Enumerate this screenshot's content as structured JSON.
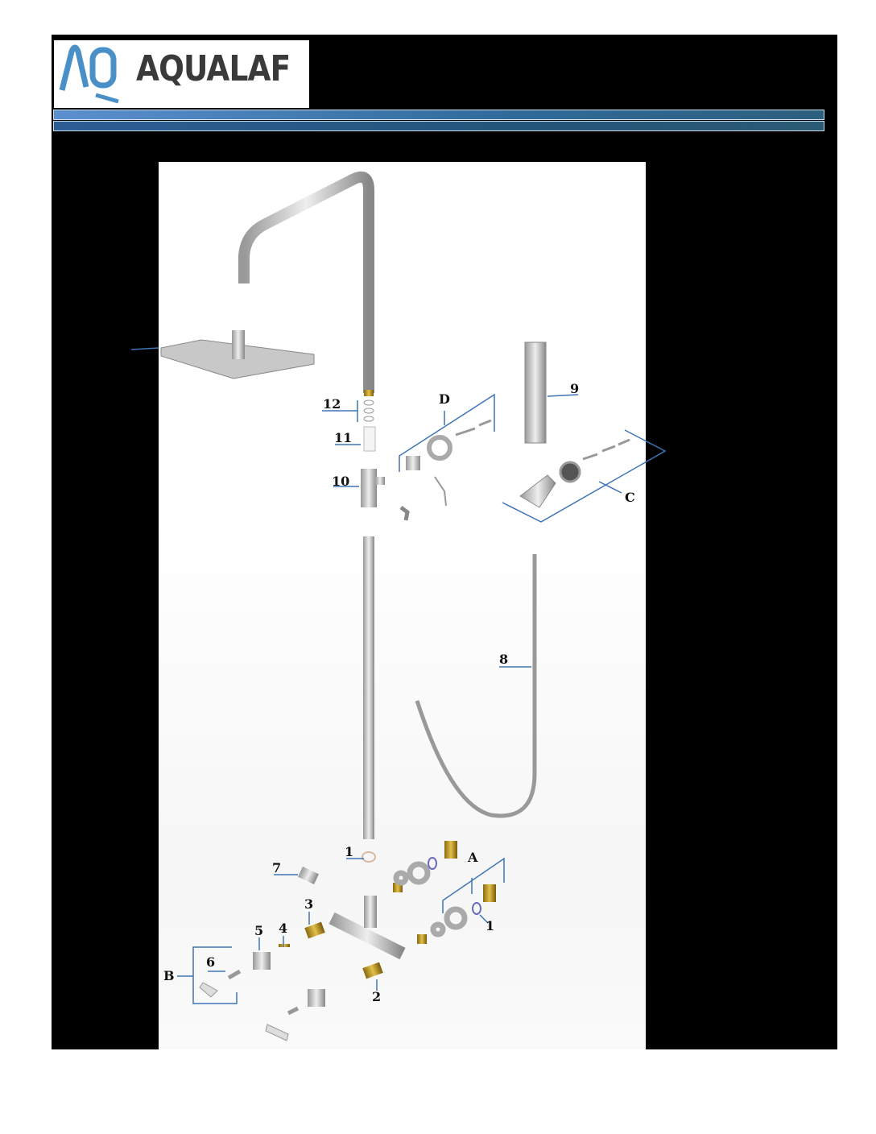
{
  "brand": {
    "name": "AQUALAF",
    "mark": "AQ"
  },
  "callouts": {
    "l12": "12",
    "l11": "11",
    "l10": "10",
    "lD": "D",
    "l9": "9",
    "lC": "C",
    "l8": "8",
    "l1a": "1",
    "l7": "7",
    "lA": "A",
    "l3": "3",
    "l4": "4",
    "l5": "5",
    "l6": "6",
    "lB": "B",
    "l2": "2",
    "l1b": "1"
  },
  "colors": {
    "band_light": "#5b8fcf",
    "band_dark": "#24557a",
    "leader": "#3f74b5",
    "logo_blue": "#4a90c8"
  }
}
